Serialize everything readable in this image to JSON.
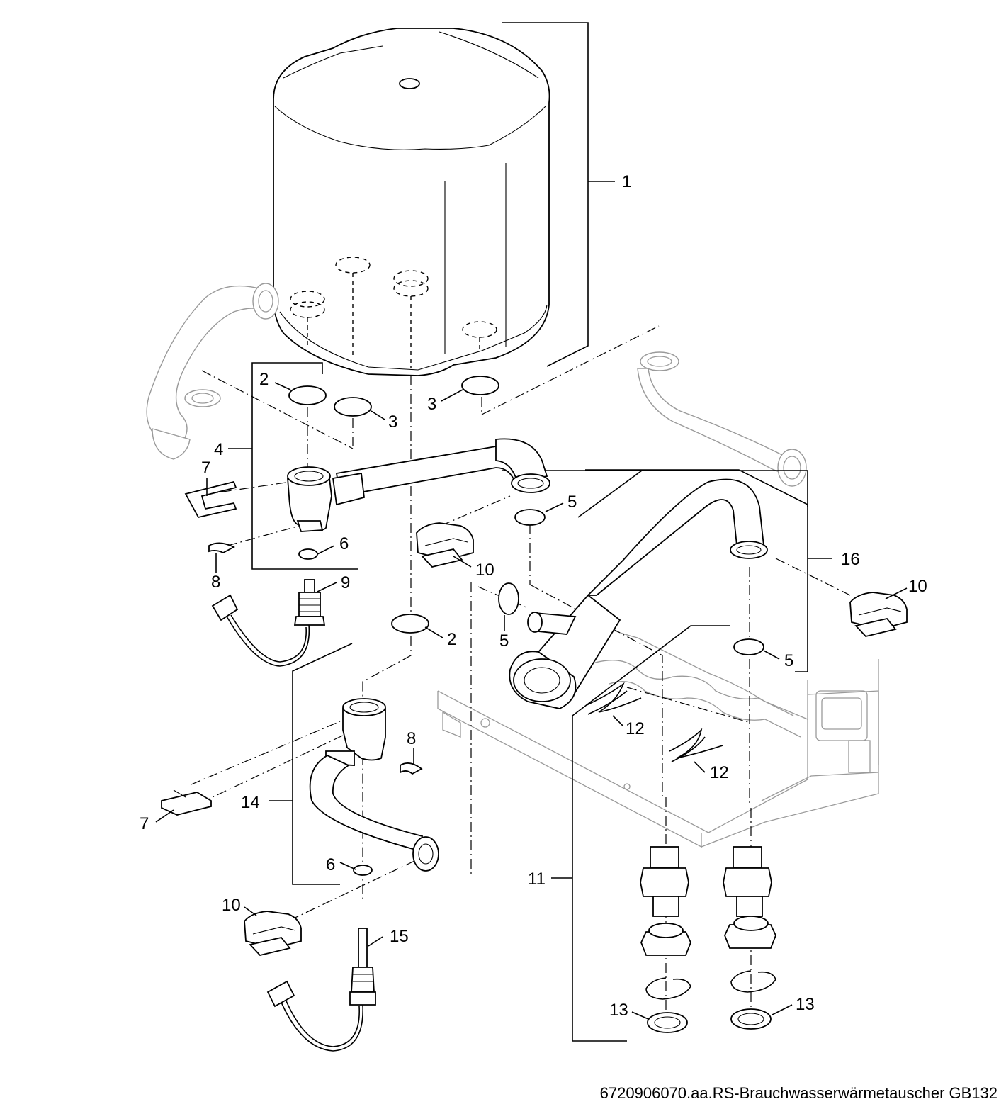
{
  "caption": "6720906070.aa.RS-Brauchwasserwärmetauscher GB132",
  "callouts": {
    "c1": "1",
    "c2a": "2",
    "c2b": "2",
    "c3a": "3",
    "c3b": "3",
    "c4": "4",
    "c5a": "5",
    "c5b": "5",
    "c5c": "5",
    "c6a": "6",
    "c6b": "6",
    "c7a": "7",
    "c7b": "7",
    "c8a": "8",
    "c8b": "8",
    "c9": "9",
    "c10a": "10",
    "c10b": "10",
    "c10c": "10",
    "c11": "11",
    "c12a": "12",
    "c12b": "12",
    "c13a": "13",
    "c13b": "13",
    "c14": "14",
    "c15": "15",
    "c16": "16"
  }
}
